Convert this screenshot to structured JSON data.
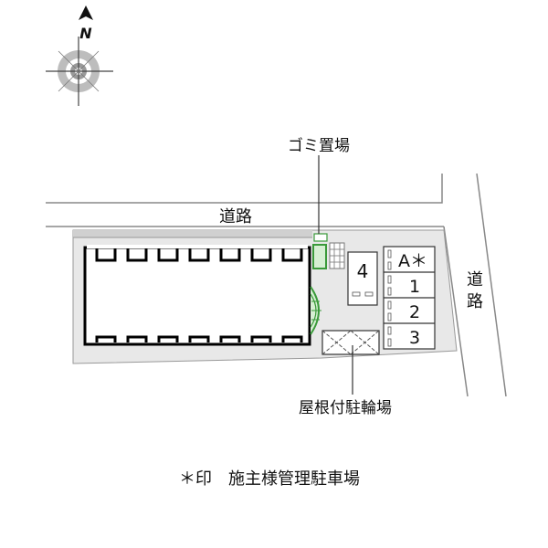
{
  "compass": {
    "north_label": "N"
  },
  "labels": {
    "garbage": "ゴミ置場",
    "road_top": "道路",
    "road_right": "道路",
    "bicycle": "屋根付駐輪場",
    "legend": "＊印　施主様管理駐車場"
  },
  "parking": {
    "lot_4": "4",
    "spaces": [
      "A＊",
      "1",
      "2",
      "3"
    ]
  },
  "colors": {
    "site_fill": "#e8e8e8",
    "building_outline": "#000000",
    "green_accent": "#3a9a3a",
    "green_fill": "#d6efd3"
  }
}
